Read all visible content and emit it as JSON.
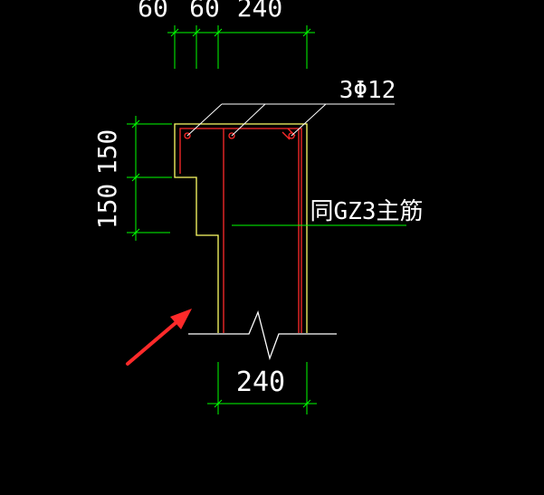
{
  "colors": {
    "background": "#000000",
    "dimension": "#00ff00",
    "leader": "#ffffff",
    "outline": "#ffff66",
    "rebar": "#ff2a2a",
    "arrow": "#ff2a2a",
    "text": "#ffffff"
  },
  "dimensions": {
    "top_dim_1": "60",
    "top_dim_2": "60",
    "top_dim_3": "240",
    "left_dim_upper": "150",
    "left_dim_lower": "150",
    "bottom_dim": "240"
  },
  "annotations": {
    "rebar_label": "3Φ12",
    "main_rebar_label": "同GZ3主筋"
  }
}
